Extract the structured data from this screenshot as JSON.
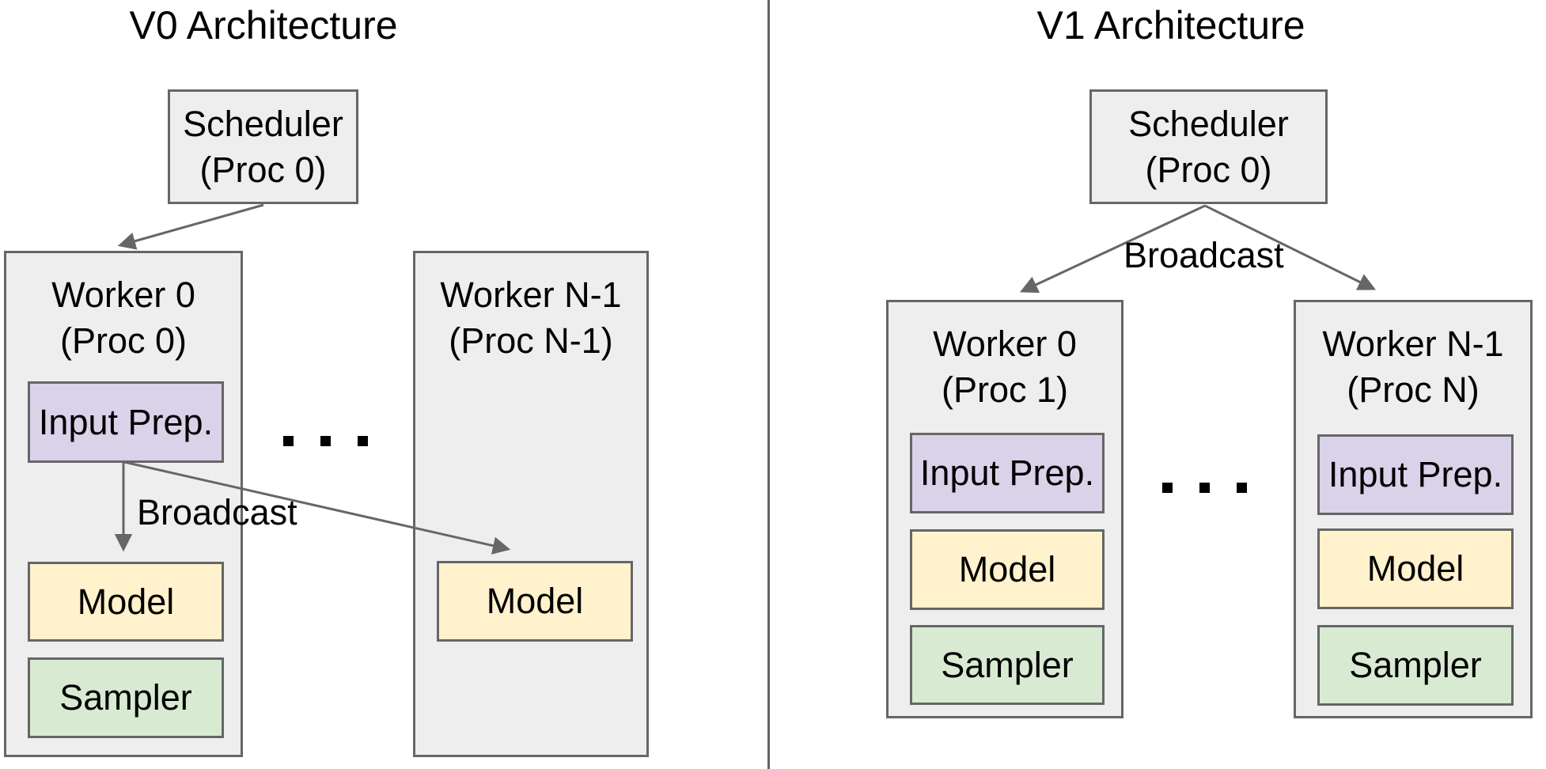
{
  "diagram": {
    "panels": [
      {
        "title": "V0 Architecture",
        "scheduler": {
          "line1": "Scheduler",
          "line2": "(Proc 0)"
        },
        "broadcast_label": "Broadcast",
        "ellipsis": ". . .",
        "workers": [
          {
            "line1": "Worker 0",
            "line2": "(Proc 0)"
          },
          {
            "line1": "Worker N-1",
            "line2": "(Proc N-1)"
          }
        ],
        "components": {
          "input_prep": "Input Prep.",
          "model": "Model",
          "sampler": "Sampler"
        }
      },
      {
        "title": "V1 Architecture",
        "scheduler": {
          "line1": "Scheduler",
          "line2": "(Proc 0)"
        },
        "broadcast_label": "Broadcast",
        "ellipsis": ". . .",
        "workers": [
          {
            "line1": "Worker 0",
            "line2": "(Proc 1)"
          },
          {
            "line1": "Worker N-1",
            "line2": "(Proc N)"
          }
        ],
        "components": {
          "input_prep": "Input Prep.",
          "model": "Model",
          "sampler": "Sampler"
        }
      }
    ],
    "colors": {
      "worker_fill": "#eeeeee",
      "box_border": "#666666",
      "input_prep_fill": "#d9d2e9",
      "model_fill": "#fff2cc",
      "sampler_fill": "#d9ead3",
      "arrow": "#666666",
      "divider": "#5f6368",
      "text": "#000000"
    }
  }
}
